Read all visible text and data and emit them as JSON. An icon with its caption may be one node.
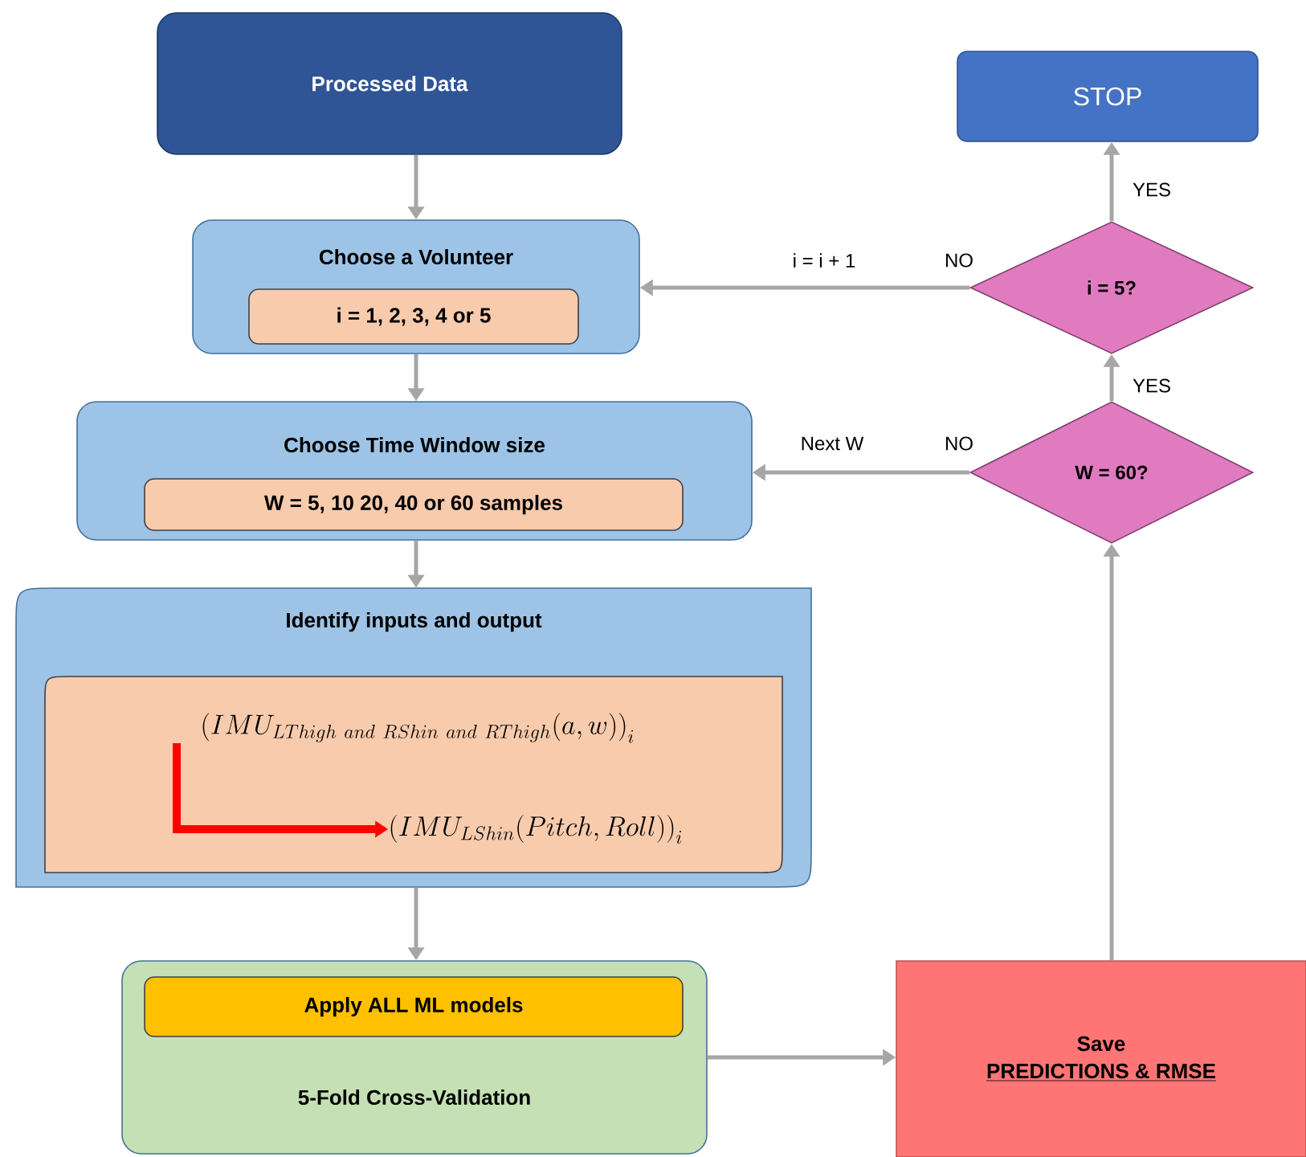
{
  "diagram": {
    "nodes": [
      {
        "text": [
          "Processed Data"
        ]
      },
      {
        "text": [
          "Choose a Volunteer"
        ]
      },
      {
        "text": [
          "i = 1, 2, 3, 4 or 5"
        ],
        "in": 1
      },
      {
        "text": [
          "Choose Time Window size"
        ]
      },
      {
        "text": [
          "W = 5, 10 20, 40 or 60 samples"
        ],
        "in": 3
      },
      {
        "text": [
          "Identify inputs and output"
        ]
      },
      {
        "text": [],
        "shape": "box",
        "in": 5
      },
      {
        "text": [
          "\\left(IMU_{LThigh\\ and\\ RShin\\ and\\ RThigh}(a,w)\\right)_i"
        ],
        "in": 6
      },
      {
        "text": [
          "\\left(IMU_{LShin}(Pitch,Roll)\\right)_i"
        ],
        "in": 6
      },
      {
        "text": [
          "5-Fold Cross-Validation"
        ]
      },
      {
        "text": [
          "Apply ALL ML models"
        ],
        "in": 9
      },
      {
        "text": [
          "Save",
          "PREDICTIONS & RMSE"
        ]
      },
      {
        "text": [
          "W = 60?"
        ]
      },
      {
        "text": [
          "i = 5?"
        ]
      },
      {
        "text": [
          "STOP"
        ]
      }
    ],
    "edges": [
      {
        "from": 0,
        "to": 1,
        "arrow": "to"
      },
      {
        "from": 1,
        "to": 3,
        "arrow": "to"
      },
      {
        "from": 3,
        "to": 5,
        "arrow": "to"
      },
      {
        "from": 7,
        "to": 8,
        "arrow": "to",
        "style": "thick",
        "color": "#ff0000"
      },
      {
        "from": 5,
        "to": 9,
        "arrow": "to"
      },
      {
        "from": 9,
        "to": 11,
        "arrow": "to"
      },
      {
        "from": 11,
        "to": 12,
        "arrow": "to"
      },
      {
        "from": 12,
        "to": 3,
        "arrow": "to",
        "label": "Next W"
      },
      {
        "from": 12,
        "to": 13,
        "arrow": "to",
        "label": "YES"
      },
      {
        "from": 13,
        "to": 1,
        "arrow": "to",
        "label": "i = i + 1"
      },
      {
        "from": 13,
        "to": 14,
        "arrow": "to",
        "label": "YES"
      }
    ],
    "labels": [
      "NO",
      "NO"
    ]
  }
}
